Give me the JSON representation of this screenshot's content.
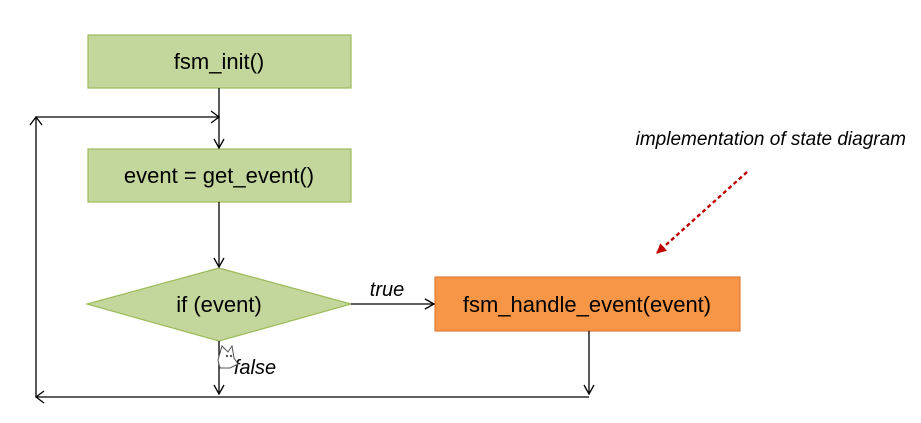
{
  "diagram": {
    "nodes": {
      "init": {
        "label": "fsm_init()",
        "color": "#c3d69b"
      },
      "get_event": {
        "label": "event = get_event()",
        "color": "#c3d69b"
      },
      "decision": {
        "label": "if (event)",
        "color": "#c3d69b"
      },
      "handle": {
        "label": "fsm_handle_event(event)",
        "color": "#f79646"
      }
    },
    "edge_labels": {
      "true": "true",
      "false": "false"
    },
    "annotation": {
      "text": "implementation of state diagram",
      "arrow_color": "#c00000"
    },
    "border_color": "#9bbb59",
    "handle_border_color": "#e07b39"
  }
}
